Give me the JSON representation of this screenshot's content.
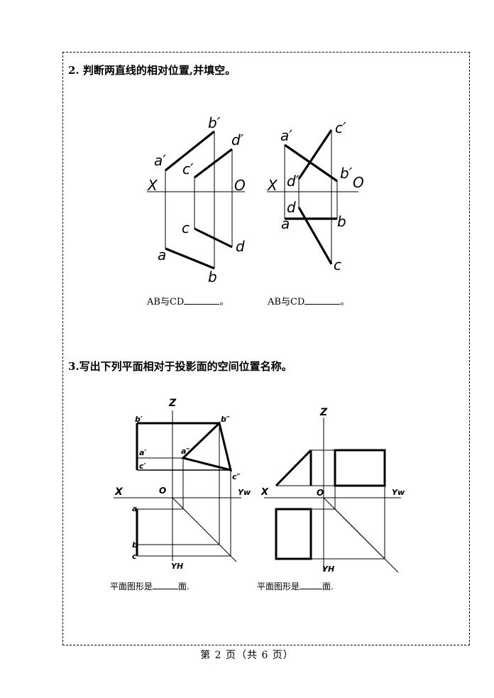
{
  "q2": {
    "title": "2. 判断两直线的相对位置,并填空。",
    "left": {
      "labels": {
        "a_prime": "a′",
        "b_prime": "b′",
        "c_prime": "c′",
        "d_prime": "d′",
        "X": "X",
        "O": "O",
        "a": "a",
        "b": "b",
        "c": "c",
        "d": "d"
      },
      "answer_prefix": "AB与CD",
      "answer_suffix": "。"
    },
    "right": {
      "labels": {
        "a_prime": "a′",
        "b_prime": "b′",
        "c_prime": "c′",
        "d_prime": "d′",
        "X": "X",
        "O": "O",
        "a": "a",
        "b": "b",
        "c": "c",
        "d": "d"
      },
      "answer_prefix": "AB与CD",
      "answer_suffix": "。"
    }
  },
  "q3": {
    "title": "3.写出下列平面相对于投影面的空间位置名称。",
    "left": {
      "labels": {
        "Z": "Z",
        "b_prime": "b′",
        "a_prime": "a′",
        "c_prime": "c′",
        "b_dprime": "b″",
        "a_dprime": "a″",
        "c_dprime": "c″",
        "X": "X",
        "O": "O",
        "YW": "Yw",
        "YH": "YH",
        "a": "a",
        "b": "b",
        "c": "c"
      },
      "answer_prefix": "平面图形是",
      "answer_suffix": "面."
    },
    "right": {
      "labels": {
        "Z": "Z",
        "X": "X",
        "O": "O",
        "YW": "Yw",
        "YH": "YH"
      },
      "answer_prefix": "平面图形是",
      "answer_suffix": "面."
    }
  },
  "footer": "第 2 页（共 6 页）"
}
